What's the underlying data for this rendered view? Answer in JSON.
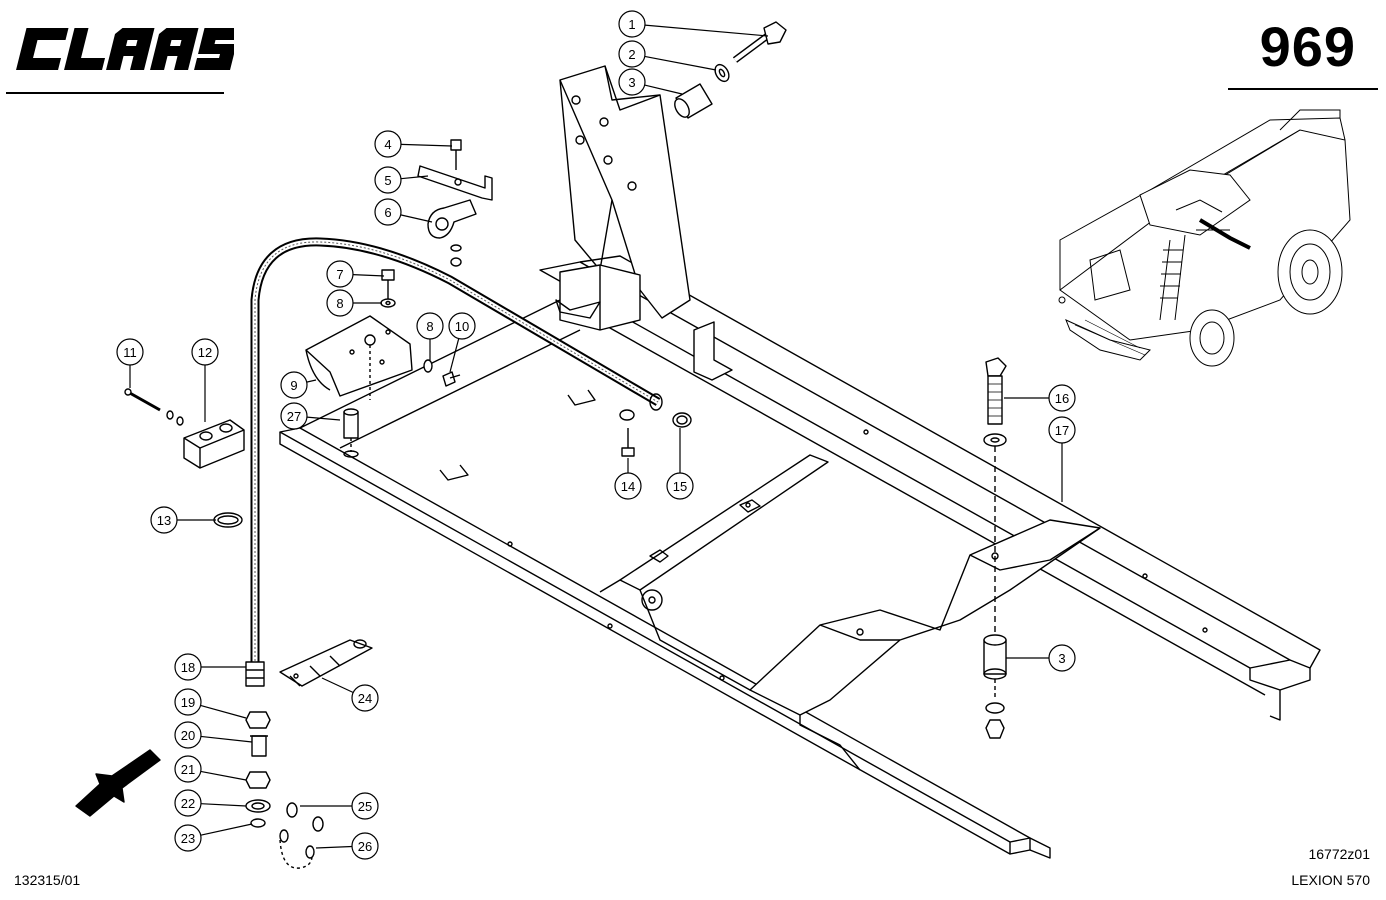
{
  "header": {
    "brand": "CLAAS",
    "page_number": "969"
  },
  "footer": {
    "left_code": "132315/01",
    "drawing_code": "16772z01",
    "model": "LEXION 570"
  },
  "callouts": [
    "1",
    "2",
    "3",
    "4",
    "5",
    "6",
    "7",
    "8",
    "8",
    "9",
    "10",
    "11",
    "12",
    "13",
    "14",
    "15",
    "16",
    "17",
    "3",
    "18",
    "19",
    "20",
    "21",
    "22",
    "23",
    "24",
    "25",
    "26",
    "27"
  ]
}
